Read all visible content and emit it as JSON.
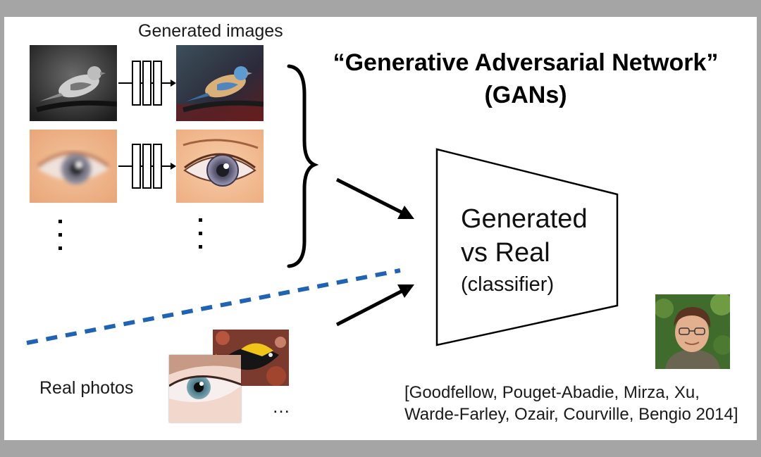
{
  "generated_label": "Generated images",
  "title": {
    "line1": "“Generative Adversarial Network”",
    "line2": "(GANs)"
  },
  "classifier": {
    "line1": "Generated",
    "line2": "vs Real",
    "line3": "(classifier)"
  },
  "real_label": "Real photos",
  "more_ellipsis": "…",
  "citation": {
    "line1": "[Goodfellow, Pouget-Abadie, Mirza, Xu,",
    "line2": "Warde-Farley, Ozair, Courville, Bengio 2014]"
  },
  "colors": {
    "dashed_line": "#1f63b5",
    "background": "#ffffff",
    "frame": "#a5a5a5"
  }
}
